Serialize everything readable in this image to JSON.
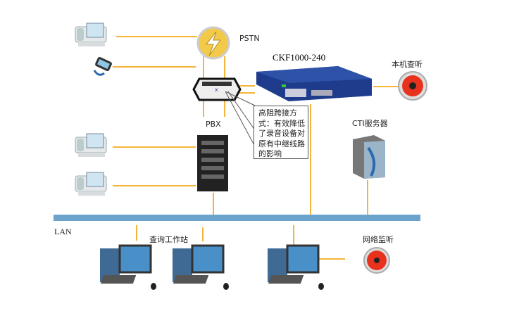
{
  "labels": {
    "pstn": "PSTN",
    "device": "CKF1000-240",
    "local_listen": "本机查听",
    "pbx": "PBX",
    "cti_server": "CTI服务器",
    "lan": "LAN",
    "query_station": "查询工作站",
    "network_listen": "网络监听"
  },
  "callout": "高阻跨接方\n式：有效降低\n了录音设备对\n原有中继线路\n的影响",
  "colors": {
    "link": "#f5b53a",
    "lan_bus": "#6aa3cc",
    "device": "#1f3c8c",
    "speaker": "#e8321e"
  }
}
